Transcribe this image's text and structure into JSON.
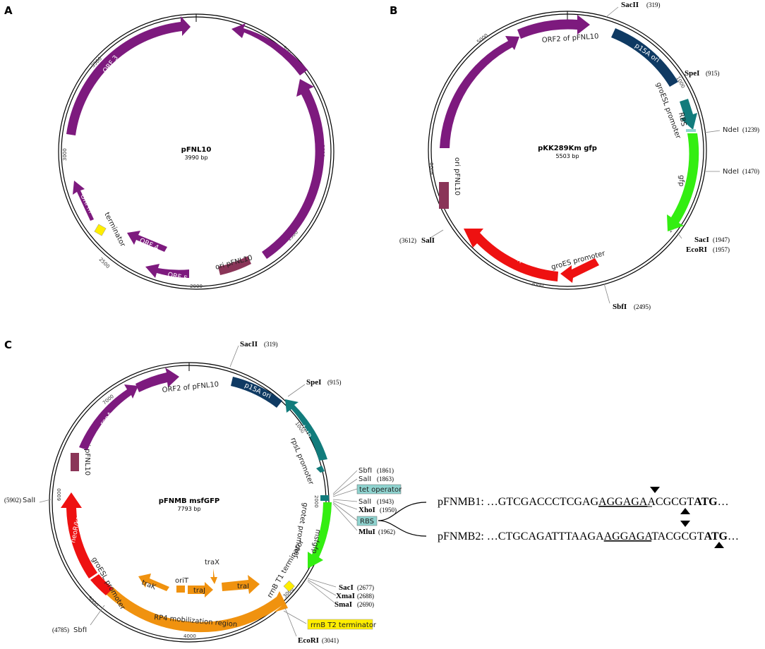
{
  "panels": {
    "a": "A",
    "b": "B",
    "c": "C"
  },
  "map_a": {
    "name": "pFNL10",
    "size": "3990 bp",
    "ticks": [
      "500",
      "1000",
      "1500",
      "2000",
      "2500",
      "3000",
      "3500"
    ],
    "features": {
      "orf3": "ORF 3",
      "orf2": "ORF2",
      "repa": "repA",
      "ori": "ori pFNL10",
      "orf5": "ORF 5",
      "orf4": "ORF 4",
      "orfm": "ORFm",
      "terminator": "terminator"
    },
    "colors": {
      "orf": "#7d1a7e",
      "ori": "#8a3558",
      "terminator": "#ffee00"
    }
  },
  "map_b": {
    "name": "pKK289Km gfp",
    "size": "5503 bp",
    "ticks": [
      "1000",
      "2000",
      "3000",
      "4000",
      "5000"
    ],
    "features": {
      "orf2": "ORF2 of pFNL10",
      "p15a": "p15A ori",
      "groesl": "groESL promoter",
      "rbs": "RBS",
      "gfp": "gfp",
      "groes": "groES promoter",
      "neor": "neoR/kanR",
      "repa": "repA",
      "ori": "ori pFNL10"
    },
    "sites": {
      "sacii": {
        "name": "SacII",
        "pos": "(319)"
      },
      "spei": {
        "name": "SpeI",
        "pos": "(915)"
      },
      "ndei1": {
        "name": "NdeI",
        "pos": "(1239)"
      },
      "ndei2": {
        "name": "NdeI",
        "pos": "(1470)"
      },
      "saci": {
        "name": "SacI",
        "pos": "(1947)"
      },
      "ecori": {
        "name": "EcoRI",
        "pos": "(1957)"
      },
      "sbfi": {
        "name": "SbfI",
        "pos": "(2495)"
      },
      "sali": {
        "name": "SalI",
        "pos": "(3612)"
      }
    },
    "colors": {
      "p15a": "#0f3a63",
      "groesl": "#127c7c",
      "gfp": "#33ee11",
      "neor": "#ee1111",
      "repa": "#7d1a7e",
      "ori": "#8a3558"
    }
  },
  "map_c": {
    "name": "pFNMB msfGFP",
    "size": "7793 bp",
    "ticks": [
      "1000",
      "2000",
      "3000",
      "4000",
      "5000",
      "6000",
      "7000"
    ],
    "features": {
      "orf2": "ORF2 of pFNL10",
      "p15a": "p15A ori",
      "tetr": "tetR",
      "rpsl": "rpsL promoter",
      "grotet": "grotet promoter",
      "msfgfp": "msfgfp",
      "rrnbt1": "rrnB T1 terminator",
      "tral": "traI",
      "traj": "traJ",
      "orit": "oriT",
      "trak": "traK",
      "trax": "traX",
      "rp4": "RP4 mobilization region",
      "groesl": "groESL promoter",
      "neor": "neoR/kanR",
      "ori": "ori pFNL10",
      "repa": "repA"
    },
    "sites": {
      "sacii": {
        "name": "SacII",
        "pos": "(319)"
      },
      "spei": {
        "name": "SpeI",
        "pos": "(915)"
      },
      "sbfi1": {
        "name": "SbfI",
        "pos": "(1861)"
      },
      "sali1": {
        "name": "SalI",
        "pos": "(1863)"
      },
      "tetop": "tet operator",
      "sali2": {
        "name": "SalI",
        "pos": "(1943)"
      },
      "xhoi": {
        "name": "XhoI",
        "pos": "(1950)"
      },
      "rbs": "RBS",
      "mlui": {
        "name": "MluI",
        "pos": "(1962)"
      },
      "saci": {
        "name": "SacI",
        "pos": "(2677)"
      },
      "xmai": {
        "name": "XmaI",
        "pos": "(2688)"
      },
      "smai": {
        "name": "SmaI",
        "pos": "(2690)"
      },
      "rrnbt2": "rrnB T2 terminator",
      "ecori": {
        "name": "EcoRI",
        "pos": "(3041)"
      },
      "sbfi2": {
        "name": "SbfI",
        "pos": "(4785)"
      },
      "sali3": {
        "name": "SalI",
        "pos": "(5902)"
      }
    },
    "colors": {
      "rp4": "#f0920f",
      "tetbox": "#8fd3cf",
      "t2box": "#ffee00"
    }
  },
  "sequences": {
    "pfnmb1": {
      "label": "pFNMB1: ",
      "pre": "…GTCGACCCTCGAG",
      "underlined": "AGGAGA",
      "mid": "ACGCGT",
      "bold": "ATG",
      "post": "…"
    },
    "pfnmb2": {
      "label": "pFNMB2: ",
      "pre": "…CTGCAGATTTAAGA",
      "underlined": "AGGAGA",
      "mid": "TACGCGT",
      "bold": "ATG",
      "post": "…"
    }
  }
}
